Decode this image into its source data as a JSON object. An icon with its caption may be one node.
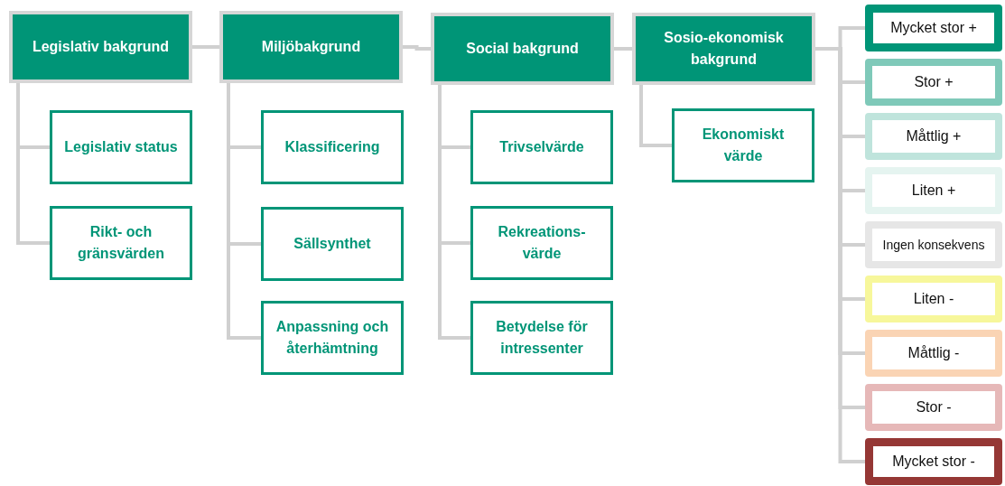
{
  "diagram": {
    "nodes": [
      {
        "text": [
          "Legislativ bakgrund"
        ]
      },
      {
        "text": [
          "Legislativ status"
        ]
      },
      {
        "text": [
          "Rikt- och gränsvärden"
        ]
      },
      {
        "text": [
          "Miljöbakgrund"
        ]
      },
      {
        "text": [
          "Klassificering"
        ]
      },
      {
        "text": [
          "Sällsynthet"
        ]
      },
      {
        "text": [
          "Anpassning och återhämtning"
        ]
      },
      {
        "text": [
          "Social bakgrund"
        ]
      },
      {
        "text": [
          "Trivselvärde"
        ]
      },
      {
        "text": [
          "Rekreations- värde"
        ]
      },
      {
        "text": [
          "Betydelse för intressenter"
        ]
      },
      {
        "text": [
          "Sosio-ekonomisk bakgrund"
        ]
      },
      {
        "text": [
          "Ekonomiskt värde"
        ]
      },
      {
        "text": [
          "Mycket stor +"
        ]
      },
      {
        "text": [
          "Stor +"
        ]
      },
      {
        "text": [
          "Måttlig +"
        ]
      },
      {
        "text": [
          "Liten +"
        ]
      },
      {
        "text": [
          "Ingen konsekvens"
        ]
      },
      {
        "text": [
          "Liten -"
        ]
      },
      {
        "text": [
          "Måttlig -"
        ]
      },
      {
        "text": [
          "Stor -"
        ]
      },
      {
        "text": [
          "Mycket stor -"
        ]
      }
    ],
    "edges": [
      {
        "from": 0,
        "to": 3,
        "arrow": "none"
      },
      {
        "from": 3,
        "to": 7,
        "arrow": "none"
      },
      {
        "from": 7,
        "to": 11,
        "arrow": "none"
      },
      {
        "from": 0,
        "to": 1,
        "arrow": "none"
      },
      {
        "from": 0,
        "to": 2,
        "arrow": "none"
      },
      {
        "from": 3,
        "to": 4,
        "arrow": "none"
      },
      {
        "from": 3,
        "to": 5,
        "arrow": "none"
      },
      {
        "from": 3,
        "to": 6,
        "arrow": "none"
      },
      {
        "from": 7,
        "to": 8,
        "arrow": "none"
      },
      {
        "from": 7,
        "to": 9,
        "arrow": "none"
      },
      {
        "from": 7,
        "to": 10,
        "arrow": "none"
      },
      {
        "from": 11,
        "to": 12,
        "arrow": "none"
      },
      {
        "from": 11,
        "to": 13,
        "arrow": "none"
      },
      {
        "from": 11,
        "to": 14,
        "arrow": "none"
      },
      {
        "from": 11,
        "to": 15,
        "arrow": "none"
      },
      {
        "from": 11,
        "to": 16,
        "arrow": "none"
      },
      {
        "from": 11,
        "to": 17,
        "arrow": "none"
      },
      {
        "from": 11,
        "to": 18,
        "arrow": "none"
      },
      {
        "from": 11,
        "to": 19,
        "arrow": "none"
      },
      {
        "from": 11,
        "to": 20,
        "arrow": "none"
      },
      {
        "from": 11,
        "to": 21,
        "arrow": "none"
      }
    ]
  }
}
